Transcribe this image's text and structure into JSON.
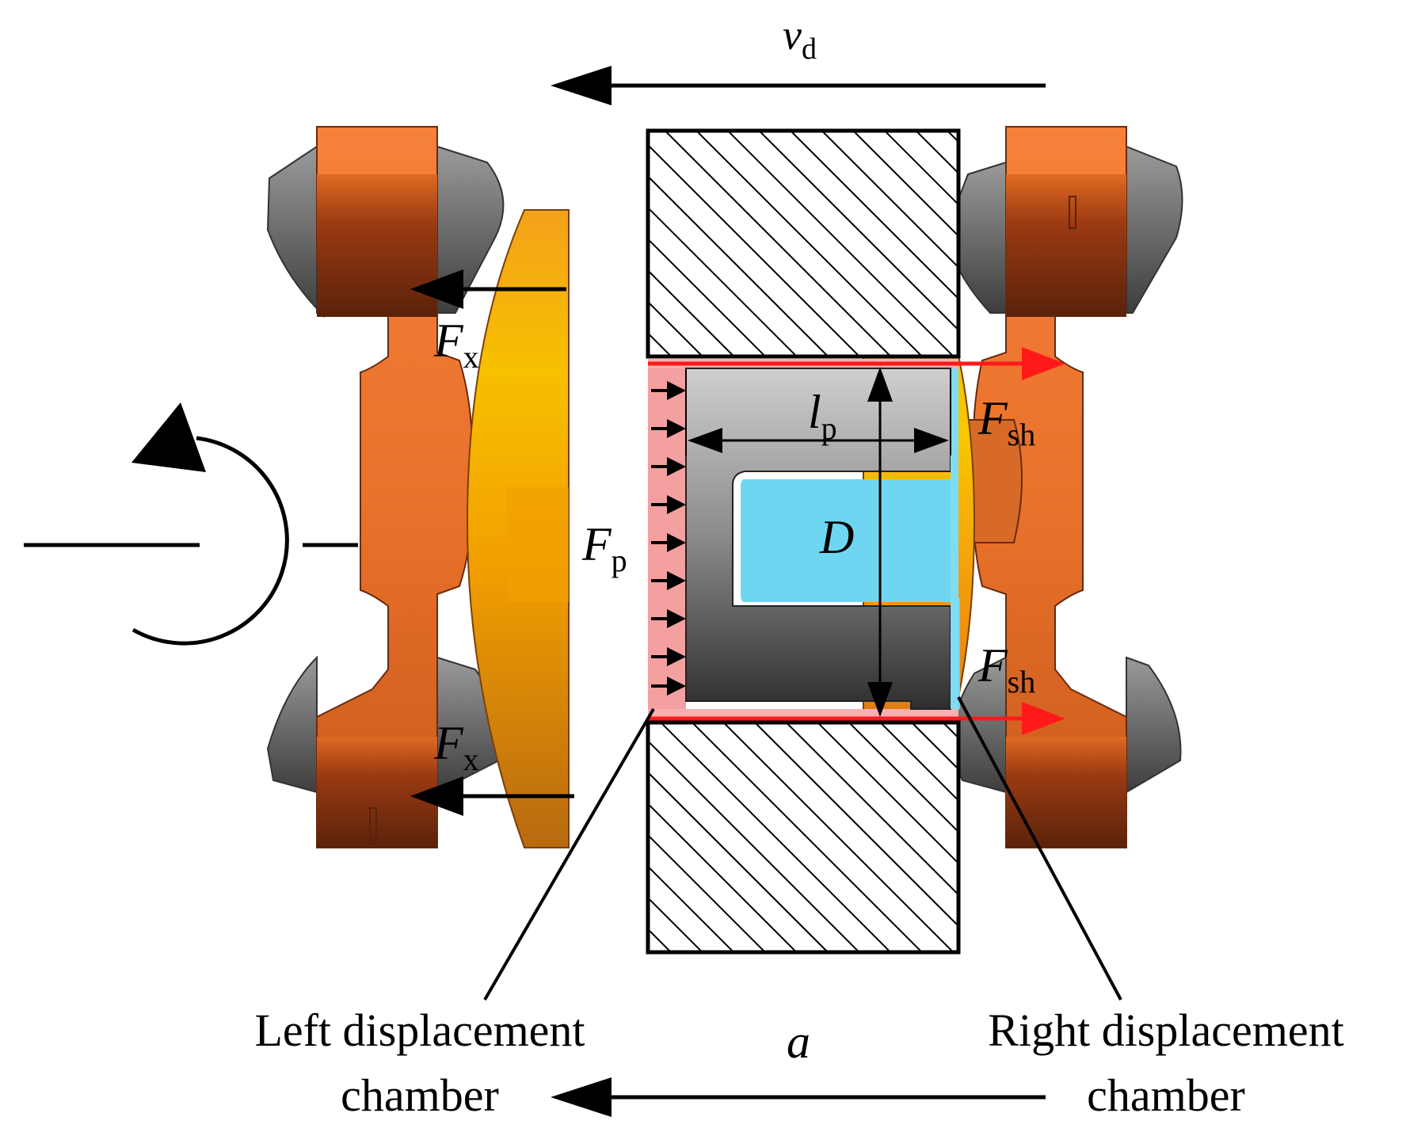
{
  "labels": {
    "velocity_main": "v",
    "velocity_sub": "d",
    "force_x_main": "F",
    "force_x_sub": "x",
    "force_p_main": "F",
    "force_p_sub": "p",
    "force_sh_main": "F",
    "force_sh_sub": "sh",
    "length_main": "l",
    "length_sub": "p",
    "diameter": "D",
    "acceleration": "a",
    "left_chamber_line1": "Left displacement",
    "left_chamber_line2": "chamber",
    "right_chamber_line1": "Right displacement",
    "right_chamber_line2": "chamber"
  },
  "colors": {
    "orange_body": "#f07a2c",
    "orange_dark": "#6a2a0e",
    "yellow_disk": "#f9c200",
    "pink_chamber": "#f4a0a0",
    "cyan_chamber": "#6ed6f0",
    "gray_block": "#7a7a7a",
    "shear_arrow": "#ff1a1a"
  },
  "icons": {
    "rotation": "rotation-arrow-icon"
  }
}
